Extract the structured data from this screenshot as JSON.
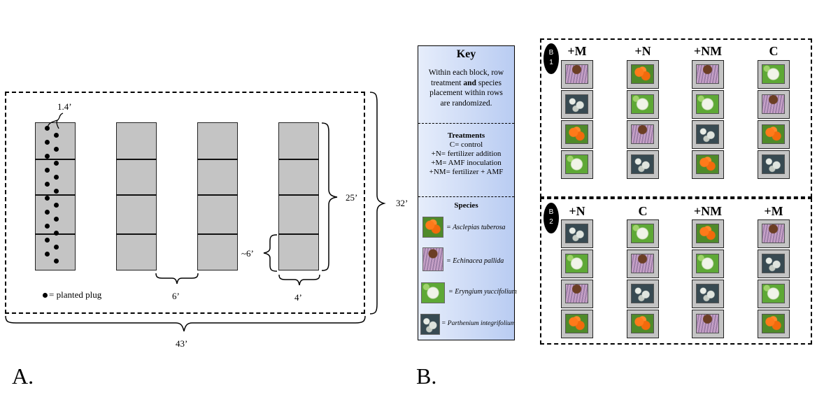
{
  "panel_a": {
    "label": "A.",
    "spacing_plugs": "1.4’",
    "row_length": "25’",
    "plot_width": "32’",
    "plot_length": "43’",
    "subplot_length": "~6’",
    "between_rows": "6’",
    "row_width": "4’",
    "plug_legend": "= planted plug"
  },
  "panel_b": {
    "label": "B.",
    "key": {
      "title": "Key",
      "desc_pre": "Within each block, row treatment ",
      "desc_bold": "and",
      "desc_post": " species placement within rows are randomized.",
      "treatments_heading": "Treatments",
      "treatments": [
        "C= control",
        "+N= fertilizer addition",
        "+M= AMF inoculation",
        "+NM= fertilizer + AMF"
      ],
      "species_heading": "Species",
      "species": [
        {
          "id": "asclepias",
          "label": "= Asclepias tuberosa"
        },
        {
          "id": "echinacea",
          "label": "= Echinacea pallida"
        },
        {
          "id": "eryngium",
          "label": "= Eryngium yuccifolium"
        },
        {
          "id": "parthenium",
          "label": "= Parthenium integrifolium"
        }
      ]
    },
    "blocks": [
      {
        "badge": [
          "B",
          "1"
        ],
        "columns": [
          {
            "treatment": "+M",
            "species": [
              "echinacea",
              "parthenium",
              "asclepias",
              "eryngium"
            ]
          },
          {
            "treatment": "+N",
            "species": [
              "asclepias",
              "eryngium",
              "echinacea",
              "parthenium"
            ]
          },
          {
            "treatment": "+NM",
            "species": [
              "echinacea",
              "eryngium",
              "parthenium",
              "asclepias"
            ]
          },
          {
            "treatment": "C",
            "species": [
              "eryngium",
              "echinacea",
              "asclepias",
              "parthenium"
            ]
          }
        ]
      },
      {
        "badge": [
          "B",
          "2"
        ],
        "columns": [
          {
            "treatment": "+N",
            "species": [
              "parthenium",
              "eryngium",
              "echinacea",
              "asclepias"
            ]
          },
          {
            "treatment": "C",
            "species": [
              "eryngium",
              "echinacea",
              "parthenium",
              "asclepias"
            ]
          },
          {
            "treatment": "+NM",
            "species": [
              "asclepias",
              "eryngium",
              "parthenium",
              "echinacea"
            ]
          },
          {
            "treatment": "+M",
            "species": [
              "echinacea",
              "parthenium",
              "eryngium",
              "asclepias"
            ]
          }
        ]
      }
    ]
  }
}
